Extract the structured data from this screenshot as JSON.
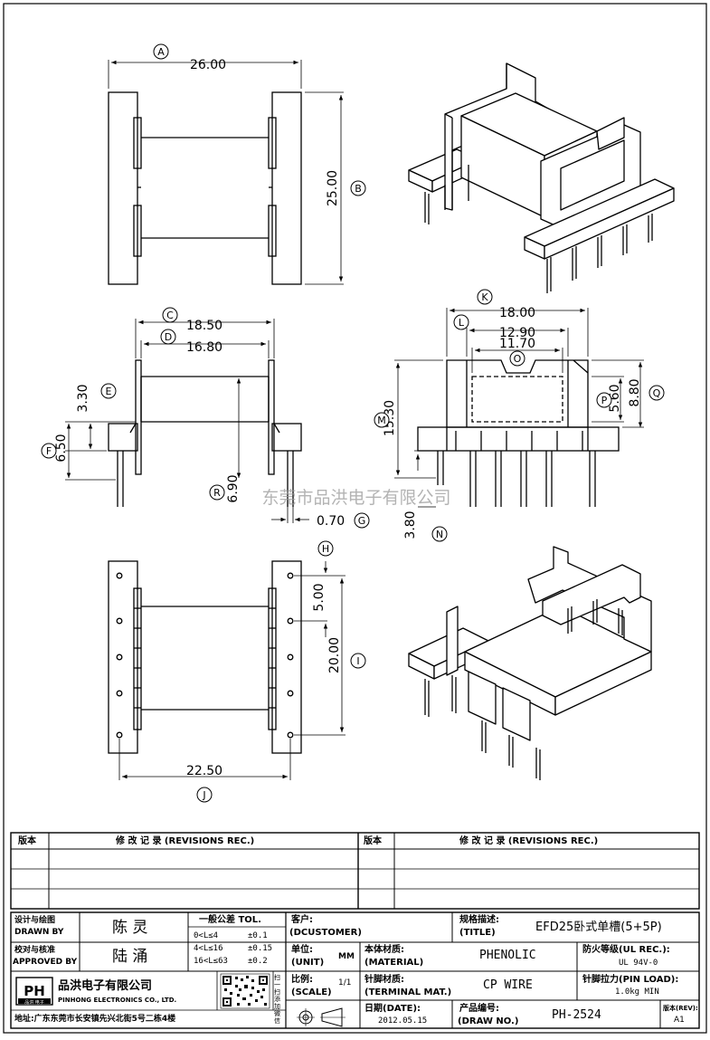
{
  "drawing": {
    "dims": {
      "A": {
        "letter": "A",
        "value": "26.00"
      },
      "B": {
        "letter": "B",
        "value": "25.00"
      },
      "C": {
        "letter": "C",
        "value": "18.50"
      },
      "D": {
        "letter": "D",
        "value": "16.80"
      },
      "E": {
        "letter": "E",
        "value": "3.30"
      },
      "F": {
        "letter": "F",
        "value": "6.50"
      },
      "R": {
        "letter": "R",
        "value": "6.90"
      },
      "G": {
        "letter": "G",
        "value": "0.70"
      },
      "K": {
        "letter": "K",
        "value": "18.00"
      },
      "L": {
        "letter": "L",
        "value": "12.90"
      },
      "O": {
        "letter": "O",
        "value": "11.70"
      },
      "M": {
        "letter": "M",
        "value": "15.30"
      },
      "P": {
        "letter": "P",
        "value": "5.60"
      },
      "Q": {
        "letter": "Q",
        "value": "8.80"
      },
      "N": {
        "letter": "N",
        "value": "3.80"
      },
      "H": {
        "letter": "H",
        "value": "5.00"
      },
      "I": {
        "letter": "I",
        "value": "20.00"
      },
      "J": {
        "letter": "J",
        "value": "22.50"
      }
    },
    "watermark": "东莞市品洪电子有限公司"
  },
  "revisions": {
    "version_label": "版本",
    "record_label": "修 改 记 录 (REVISIONS REC.)"
  },
  "titleblock": {
    "design_label_cn": "设计与绘图",
    "design_label_en": "DRAWN BY",
    "designer": "陈 灵",
    "approve_label_cn": "校对与核准",
    "approve_label_en": "APPROVED BY",
    "approver": "陆 涌",
    "tol_title": "一般公差 TOL.",
    "tol_rows": [
      {
        "range": "0<L≤4",
        "tol": "±0.1"
      },
      {
        "range": "4<L≤16",
        "tol": "±0.15"
      },
      {
        "range": "16<L≤63",
        "tol": "±0.2"
      }
    ],
    "customer_label": "客户:",
    "customer_label_en": "(DCUSTOMER)",
    "unit_label": "单位:",
    "unit_label_en": "(UNIT)",
    "unit_value": "MM",
    "scale_label": "比例:",
    "scale_label_en": "(SCALE)",
    "scale_value": "1/1",
    "title_label": "规格描述:",
    "title_label_en": "(TITLE)",
    "title_value": "EFD25卧式单槽(5+5P)",
    "material_label": "本体材质:",
    "material_label_en": "(MATERIAL)",
    "material_value": "PHENOLIC",
    "fire_label": "防火等级(UL REC.):",
    "fire_value": "UL 94V-0",
    "terminal_label": "针脚材质:",
    "terminal_label_en": "(TERMINAL MAT.)",
    "terminal_value": "CP WIRE",
    "pinload_label": "针脚拉力(PIN LOAD):",
    "pinload_value": "1.0kg MIN",
    "date_label": "日期(DATE):",
    "date_value": "2012.05.15",
    "drawno_label": "产品编号:",
    "drawno_label_en": "(DRAW NO.)",
    "drawno_value": "PH-2524",
    "rev_label": "版本(REV):",
    "rev_value": "A1",
    "company_cn": "品洪电子有限公司",
    "company_en": "PINHONG ELECTRONICS CO., LTD.",
    "logo_text": "PH",
    "logo_sub": "品洪 电子",
    "address": "地址:广东东莞市长安镇先兴北街5号二栋4楼",
    "qr_side": "扫一扫 添加 微信"
  }
}
